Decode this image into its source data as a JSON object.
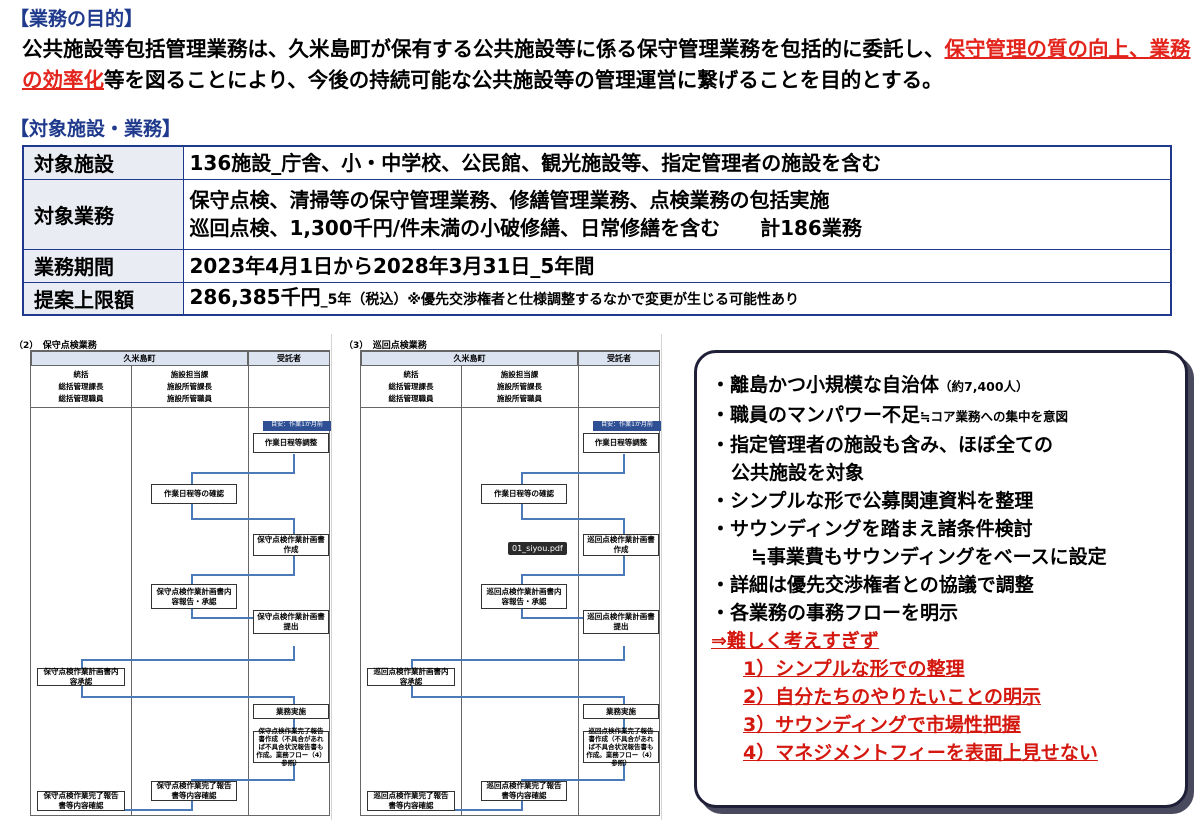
{
  "purpose": {
    "title": "【業務の目的】",
    "text_part1": "公共施設等包括管理業務は、久米島町が保有する公共施設等に係る保守管理業務を包括的に委託し、",
    "highlight_1a": "保守管理の",
    "highlight_1b": "質の向上、業務の効率化",
    "text_part2": "等を図ることにより、今後の持続可能な公共施設等の管理運営に繋げることを目的とする。"
  },
  "scope": {
    "title": "【対象施設・業務】",
    "rows": [
      {
        "label": "対象施設",
        "value": "136施設_庁舎、小・中学校、公民館、観光施設等、指定管理者の施設を含む"
      },
      {
        "label": "対象業務",
        "value_line1": "保守点検、清掃等の保守管理業務、修繕管理業務、点検業務の包括実施",
        "value_line2": "巡回点検、1,300千円/件未満の小破修繕、日常修繕を含む　　計186業務"
      },
      {
        "label": "業務期間",
        "value": "2023年4月1日から2028年3月31日_5年間"
      },
      {
        "label": "提案上限額",
        "value_big": "286,385千円",
        "value_small": "_5年（税込）※優先交渉権者と仕様調整するなかで変更が生じる可能性あり"
      }
    ]
  },
  "flow_a": {
    "title": "（2）　保守点検業務",
    "org_header": "久米島町",
    "contractor_header": "受託者",
    "lane1": [
      "統括",
      "総括管理課長",
      "総括管理職員"
    ],
    "lane2": [
      "施設担当課",
      "施設所管課長",
      "施設所管職員"
    ],
    "tag": "目安：作業1か月前",
    "steps": [
      "作業日程等調整",
      "作業日程等の確認",
      "保守点検作業計画書作成",
      "保守点検作業計画書内容報告・承認",
      "保守点検作業計画書提出",
      "保守点検作業計画書内容承認",
      "業務実施",
      "保守点検作業完了報告書作成（不具合があれば不具合状況報告書も作成。業務フロー（4）参照）",
      "保守点検作業完了報告書等内容確認",
      "保守点検作業完了報告書等内容確認"
    ]
  },
  "flow_b": {
    "title": "（3）　巡回点検業務",
    "org_header": "久米島町",
    "contractor_header": "受託者",
    "lane1": [
      "統括",
      "総括管理課長",
      "総括管理職員"
    ],
    "lane2": [
      "施設担当課",
      "施設所管課長",
      "施設所管職員"
    ],
    "tag": "目安：作業1か月前",
    "file_tip": "01_siyou.pdf",
    "steps": [
      "作業日程等調整",
      "作業日程等の確認",
      "巡回点検作業計画書作成",
      "巡回点検作業計画書内容報告・承認",
      "巡回点検作業計画書提出",
      "巡回点検作業計画書内容承認",
      "業務実施",
      "巡回点検作業完了報告書作成（不具合があれば不具合状況報告書も作成。業務フロー（4）参照）",
      "巡回点検作業完了報告書等内容確認",
      "巡回点検作業完了報告書等内容確認"
    ]
  },
  "summary": {
    "items": [
      {
        "main": "・離島かつ小規模な自治体",
        "note": "（約7,400人）"
      },
      {
        "main": "・職員のマンパワー不足",
        "note": "≒コア業務への集中を意図"
      },
      {
        "main": "・指定管理者の施設も含み、ほぼ全ての"
      },
      {
        "main": "公共施設を対象"
      },
      {
        "main": "・シンプルな形で公募関連資料を整理"
      },
      {
        "main": "・サウンディングを踏まえ諸条件検討"
      },
      {
        "main": "≒事業費もサウンディングをベースに設定"
      },
      {
        "main": "・詳細は優先交渉権者との協議で調整"
      },
      {
        "main": "・各業務の事務フローを明示"
      }
    ],
    "conclusion": "⇒難しく考えすぎず",
    "points": [
      "1）シンプルな形での整理",
      "2）自分たちのやりたいことの明示",
      "3）サウンディングで市場性把握",
      "4）マネジメントフィーを表面上見せない"
    ]
  }
}
